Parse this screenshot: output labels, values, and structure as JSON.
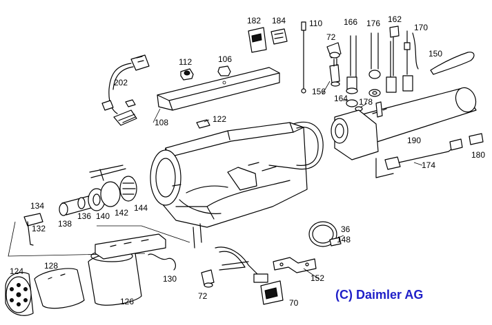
{
  "labels": {
    "p182": "182",
    "p184": "184",
    "p110": "110",
    "p166": "166",
    "p176": "176",
    "p162": "162",
    "p170": "170",
    "p72a": "72",
    "p150": "150",
    "p112": "112",
    "p106": "106",
    "p202": "202",
    "p156": "156",
    "p164": "164",
    "p178": "178",
    "p108": "108",
    "p122": "122",
    "p190": "190",
    "p174": "174",
    "p180": "180",
    "p134": "134",
    "p138": "138",
    "p136": "136",
    "p140": "140",
    "p142": "142",
    "p144": "144",
    "p132": "132",
    "p36": "36",
    "p148": "148",
    "p124": "124",
    "p128": "128",
    "p126": "126",
    "p130": "130",
    "p72b": "72",
    "p70": "70",
    "p152": "152"
  },
  "copyright": "(C) Daimler AG"
}
